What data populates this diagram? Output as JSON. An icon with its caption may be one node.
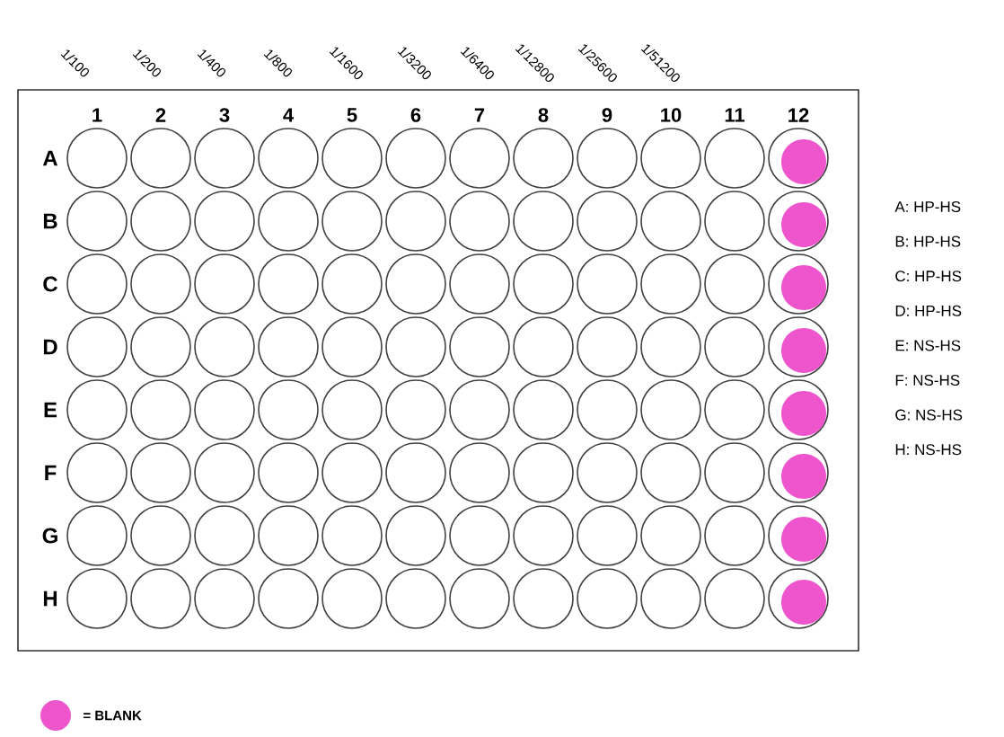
{
  "diagram": {
    "labels": [
      "1/100",
      "1/200",
      "1/400",
      "1/800",
      "1/1600",
      "1/3200",
      "1/6400",
      "1/12800",
      "1/25600",
      "1/51200",
      "1",
      "2",
      "3",
      "4",
      "5",
      "6",
      "7",
      "8",
      "9",
      "10",
      "11",
      "12",
      "A",
      "B",
      "C",
      "D",
      "E",
      "F",
      "G",
      "H",
      "A: HP-HS",
      "B: HP-HS",
      "C: HP-HS",
      "D: HP-HS",
      "E: NS-HS",
      "F: NS-HS",
      "G: NS-HS",
      "H: NS-HS"
    ],
    "legend": [
      {
        "text": "= BLANK",
        "color": "#ee55cc"
      }
    ]
  }
}
